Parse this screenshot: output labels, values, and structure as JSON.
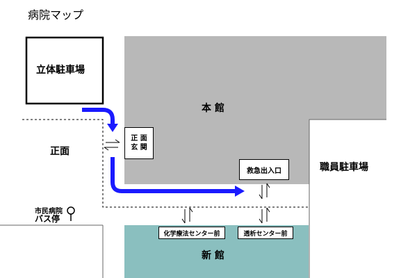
{
  "title": "病院マップ",
  "parking_structure": {
    "label": "立体駐車場"
  },
  "main_building": {
    "label": "本 館",
    "color": "#b8b8b8"
  },
  "new_building": {
    "label": "新 館",
    "color": "#8abfbf"
  },
  "front": {
    "label": "正面"
  },
  "staff_parking": {
    "label": "職員駐車場"
  },
  "bus_stop": {
    "line1": "市民病院",
    "line2": "バス停"
  },
  "entrances": {
    "front_entrance_line1": "正 面",
    "front_entrance_line2": "玄 関",
    "emergency": "救急出入口",
    "chemo_front": "化学療法センター前",
    "dialysis_front": "透析センター前"
  },
  "route_color": "#1a1aff"
}
